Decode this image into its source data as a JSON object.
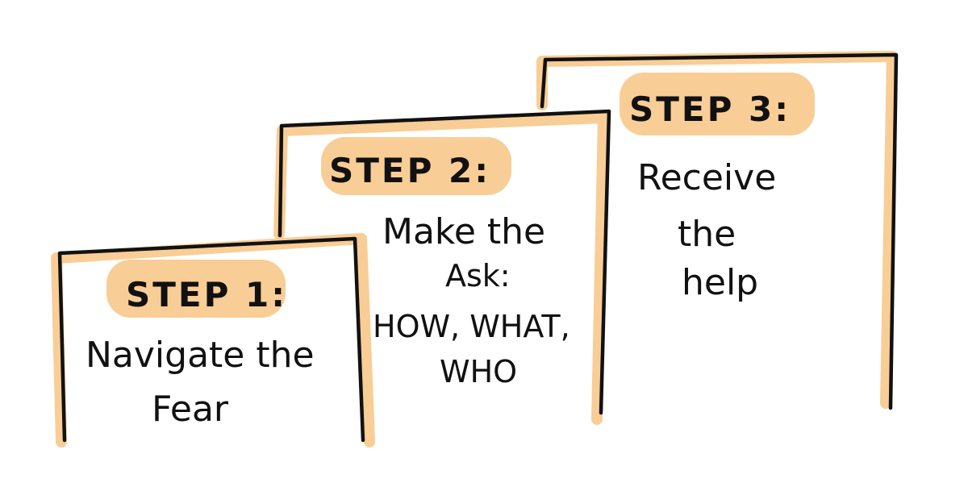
{
  "colors": {
    "highlight": "#f9cd96",
    "frame_shadow": "#f9cd96",
    "ink": "#111111",
    "background": "#ffffff"
  },
  "steps": [
    {
      "label": "STEP 1:",
      "lines": [
        "Navigate the",
        "Fear"
      ]
    },
    {
      "label": "STEP 2:",
      "lines": [
        "Make the",
        "Ask:",
        "HOW, WHAT,",
        "WHO"
      ]
    },
    {
      "label": "STEP 3:",
      "lines": [
        "Receive",
        "the",
        "help"
      ]
    }
  ]
}
